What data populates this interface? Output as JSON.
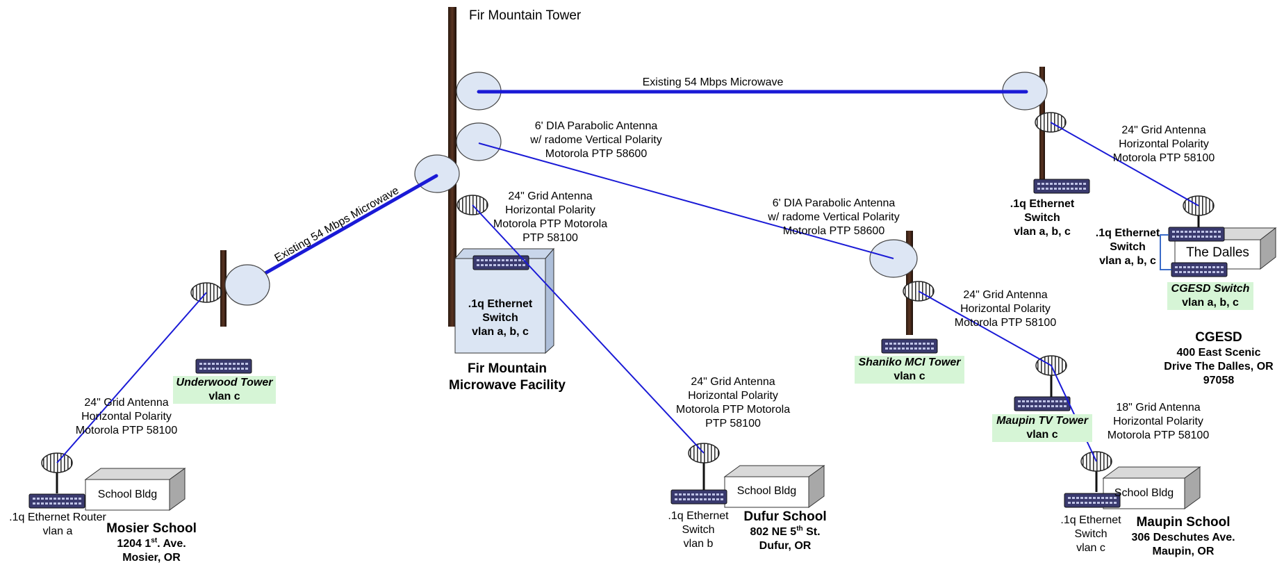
{
  "tower_title": "Fir Mountain Tower",
  "links": {
    "top": "Existing 54 Mbps Microwave",
    "diag": "Existing 54 Mbps Microwave"
  },
  "antennas": {
    "fir_para": [
      "6' DIA Parabolic Antenna",
      "w/ radome Vertical Polarity",
      "Motorola PTP 58600"
    ],
    "fir_grid": [
      "24\" Grid Antenna",
      "Horizontal Polarity",
      "Motorola PTP Motorola",
      "PTP 58100"
    ],
    "shaniko_para": [
      "6' DIA Parabolic Antenna",
      "w/ radome Vertical Polarity",
      "Motorola PTP 58600"
    ],
    "shaniko_grid": [
      "24\" Grid Antenna",
      "Horizontal Polarity",
      "Motorola PTP 58100"
    ],
    "dufur": [
      "24\" Grid Antenna",
      "Horizontal Polarity",
      "Motorola PTP Motorola",
      "PTP 58100"
    ],
    "dalles": [
      "24\" Grid Antenna",
      "Horizontal Polarity",
      "Motorola PTP 58100"
    ],
    "mosier": [
      "24\" Grid Antenna",
      "Horizontal Polarity",
      "Motorola PTP 58100"
    ],
    "maupin": [
      "18\" Grid Antenna",
      "Horizontal Polarity",
      "Motorola PTP 58100"
    ]
  },
  "switches": {
    "fir": [
      ".1q Ethernet",
      "Switch",
      "vlan a, b, c"
    ],
    "dalles_tower": [
      ".1q Ethernet",
      "Switch",
      "vlan a, b, c"
    ],
    "cgesd": [
      ".1q Ethernet",
      "Switch",
      "vlan a, b, c"
    ]
  },
  "facility": [
    "Fir Mountain",
    "Microwave Facility"
  ],
  "towers": {
    "underwood": {
      "name": "Underwood Tower",
      "vlan": "vlan c"
    },
    "shaniko": {
      "name": "Shaniko MCI Tower",
      "vlan": "vlan c"
    },
    "maupin_tv": {
      "name": "Maupin TV Tower",
      "vlan": "vlan c"
    }
  },
  "cgesd_switch": {
    "name": "CGESD Switch",
    "vlan": "vlan a, b, c"
  },
  "dalles_bldg": "The Dalles",
  "cgesd": {
    "name": "CGESD",
    "addr1": "400 East Scenic",
    "addr2": "Drive The Dalles, OR",
    "addr3": "97058"
  },
  "schools": {
    "mosier": {
      "bldg": "School Bldg",
      "device1": ".1q Ethernet Router",
      "device2": "vlan a",
      "name": "Mosier School",
      "addr_pre": "1204 1",
      "addr_sup": "st",
      "addr_post": ". Ave.",
      "city": "Mosier, OR"
    },
    "dufur": {
      "bldg": "School Bldg",
      "device1": ".1q Ethernet",
      "device2": "Switch",
      "device3": "vlan b",
      "name": "Dufur School",
      "addr_pre": "802 NE 5",
      "addr_sup": "th",
      "addr_post": " St.",
      "city": "Dufur, OR"
    },
    "maupin": {
      "bldg": "School Bldg",
      "device1": ".1q Ethernet",
      "device2": "Switch",
      "device3": "vlan c",
      "name": "Maupin School",
      "addr": "306 Deschutes Ave.",
      "city": "Maupin, OR"
    }
  }
}
